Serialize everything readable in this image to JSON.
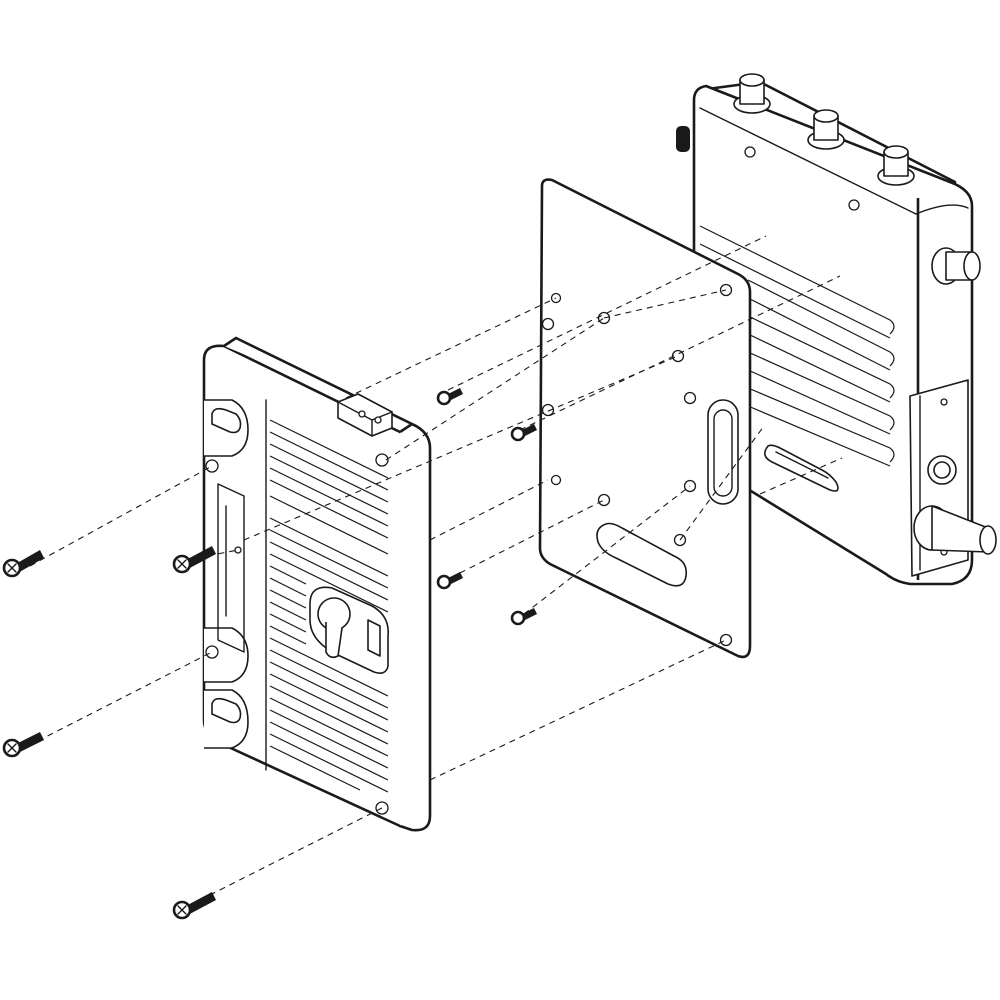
{
  "figure": {
    "kind": "exploded-assembly-drawing",
    "components": [
      {
        "id": "battery-plate",
        "icon": "v-mount-battery-plate"
      },
      {
        "id": "adapter-plate",
        "icon": "flat-mounting-plate"
      },
      {
        "id": "wireless-unit",
        "icon": "wireless-video-receiver"
      }
    ],
    "fasteners": {
      "long_screws": 4,
      "short_screws": 4
    },
    "colors": {
      "ink": "#1a1a1a",
      "background": "#ffffff"
    }
  }
}
